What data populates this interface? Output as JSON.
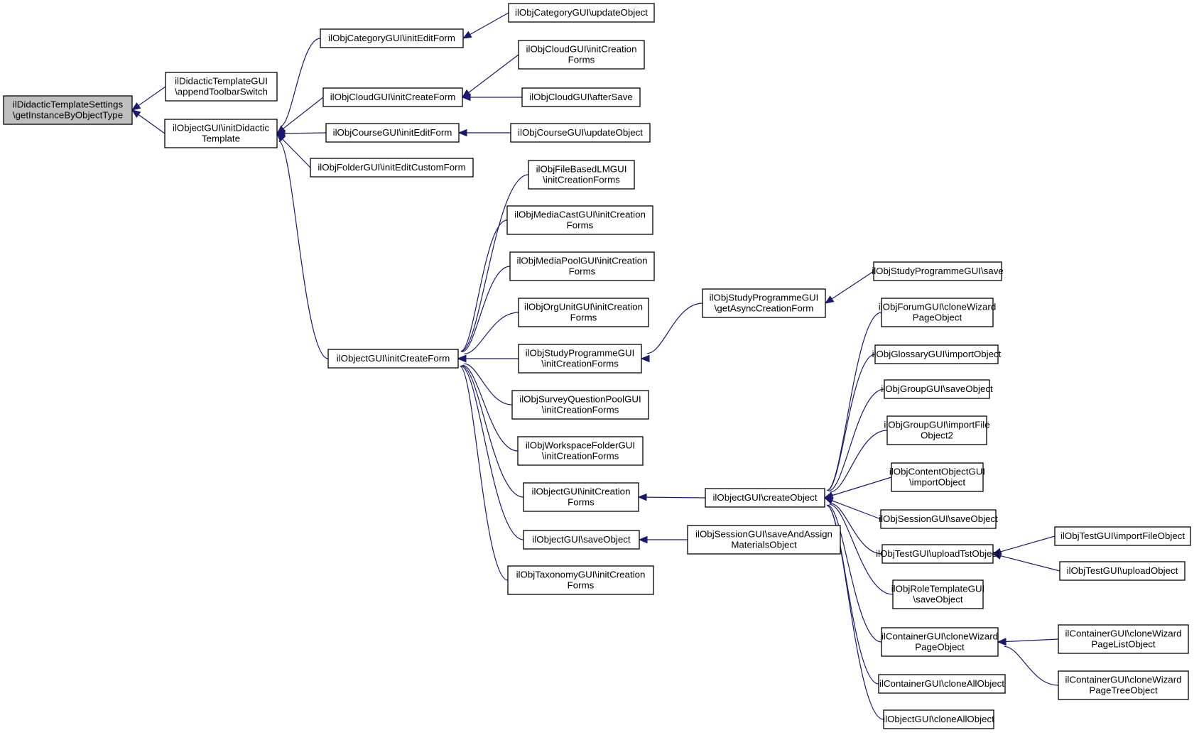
{
  "colors": {
    "edge": "#191970",
    "node_border": "#000000",
    "node_fill": "#ffffff",
    "focus_fill": "#bfbfbf"
  },
  "nodes": [
    {
      "id": "n0",
      "lines": [
        "ilDidacticTemplateSettings",
        "\\getInstanceByObjectType"
      ],
      "focus": true
    },
    {
      "id": "n1",
      "lines": [
        "ilDidacticTemplateGUI",
        "\\appendToolbarSwitch"
      ]
    },
    {
      "id": "n2",
      "lines": [
        "ilObjectGUI\\initDidactic",
        "Template"
      ]
    },
    {
      "id": "n3",
      "lines": [
        "ilObjCategoryGUI\\initEditForm"
      ]
    },
    {
      "id": "n4",
      "lines": [
        "ilObjCloudGUI\\initCreateForm"
      ]
    },
    {
      "id": "n5",
      "lines": [
        "ilObjCourseGUI\\initEditForm"
      ]
    },
    {
      "id": "n6",
      "lines": [
        "ilObjFolderGUI\\initEditCustomForm"
      ]
    },
    {
      "id": "n7",
      "lines": [
        "ilObjectGUI\\initCreateForm"
      ]
    },
    {
      "id": "n8",
      "lines": [
        "ilObjCategoryGUI\\updateObject"
      ]
    },
    {
      "id": "n9",
      "lines": [
        "ilObjCloudGUI\\initCreation",
        "Forms"
      ]
    },
    {
      "id": "n10",
      "lines": [
        "ilObjCloudGUI\\afterSave"
      ]
    },
    {
      "id": "n11",
      "lines": [
        "ilObjCourseGUI\\updateObject"
      ]
    },
    {
      "id": "n12",
      "lines": [
        "ilObjFileBasedLMGUI",
        "\\initCreationForms"
      ]
    },
    {
      "id": "n13",
      "lines": [
        "ilObjMediaCastGUI\\initCreation",
        "Forms"
      ]
    },
    {
      "id": "n14",
      "lines": [
        "ilObjMediaPoolGUI\\initCreation",
        "Forms"
      ]
    },
    {
      "id": "n15",
      "lines": [
        "ilObjOrgUnitGUI\\initCreation",
        "Forms"
      ]
    },
    {
      "id": "n16",
      "lines": [
        "ilObjStudyProgrammeGUI",
        "\\initCreationForms"
      ]
    },
    {
      "id": "n17",
      "lines": [
        "ilObjSurveyQuestionPoolGUI",
        "\\initCreationForms"
      ]
    },
    {
      "id": "n18",
      "lines": [
        "ilObjWorkspaceFolderGUI",
        "\\initCreationForms"
      ]
    },
    {
      "id": "n19",
      "lines": [
        "ilObjectGUI\\initCreation",
        "Forms"
      ]
    },
    {
      "id": "n20",
      "lines": [
        "ilObjectGUI\\saveObject"
      ]
    },
    {
      "id": "n21",
      "lines": [
        "ilObjTaxonomyGUI\\initCreation",
        "Forms"
      ]
    },
    {
      "id": "n22",
      "lines": [
        "ilObjStudyProgrammeGUI",
        "\\getAsyncCreationForm"
      ]
    },
    {
      "id": "n23",
      "lines": [
        "ilObjectGUI\\createObject"
      ]
    },
    {
      "id": "n24",
      "lines": [
        "ilObjSessionGUI\\saveAndAssign",
        "MaterialsObject"
      ]
    },
    {
      "id": "n25",
      "lines": [
        "ilObjStudyProgrammeGUI\\save"
      ]
    },
    {
      "id": "n26",
      "lines": [
        "ilObjForumGUI\\cloneWizard",
        "PageObject"
      ]
    },
    {
      "id": "n27",
      "lines": [
        "ilObjGlossaryGUI\\importObject"
      ]
    },
    {
      "id": "n28",
      "lines": [
        "ilObjGroupGUI\\saveObject"
      ]
    },
    {
      "id": "n29",
      "lines": [
        "ilObjGroupGUI\\importFile",
        "Object2"
      ]
    },
    {
      "id": "n30",
      "lines": [
        "ilObjContentObjectGUI",
        "\\importObject"
      ]
    },
    {
      "id": "n31",
      "lines": [
        "ilObjSessionGUI\\saveObject"
      ]
    },
    {
      "id": "n32",
      "lines": [
        "ilObjTestGUI\\uploadTstObject"
      ]
    },
    {
      "id": "n33",
      "lines": [
        "ilObjRoleTemplateGUI",
        "\\saveObject"
      ]
    },
    {
      "id": "n34",
      "lines": [
        "ilContainerGUI\\cloneWizard",
        "PageObject"
      ]
    },
    {
      "id": "n35",
      "lines": [
        "ilContainerGUI\\cloneAllObject"
      ]
    },
    {
      "id": "n36",
      "lines": [
        "ilObjectGUI\\cloneAllObject"
      ]
    },
    {
      "id": "n37",
      "lines": [
        "ilObjTestGUI\\importFileObject"
      ]
    },
    {
      "id": "n38",
      "lines": [
        "ilObjTestGUI\\uploadObject"
      ]
    },
    {
      "id": "n39",
      "lines": [
        "ilContainerGUI\\cloneWizard",
        "PageListObject"
      ]
    },
    {
      "id": "n40",
      "lines": [
        "ilContainerGUI\\cloneWizard",
        "PageTreeObject"
      ]
    }
  ],
  "edges": [
    {
      "from": "n1",
      "to": "n0"
    },
    {
      "from": "n2",
      "to": "n0"
    },
    {
      "from": "n3",
      "to": "n2"
    },
    {
      "from": "n4",
      "to": "n2"
    },
    {
      "from": "n5",
      "to": "n2"
    },
    {
      "from": "n6",
      "to": "n2"
    },
    {
      "from": "n7",
      "to": "n2"
    },
    {
      "from": "n8",
      "to": "n3"
    },
    {
      "from": "n9",
      "to": "n4"
    },
    {
      "from": "n10",
      "to": "n4"
    },
    {
      "from": "n11",
      "to": "n5"
    },
    {
      "from": "n12",
      "to": "n7"
    },
    {
      "from": "n13",
      "to": "n7"
    },
    {
      "from": "n14",
      "to": "n7"
    },
    {
      "from": "n15",
      "to": "n7"
    },
    {
      "from": "n16",
      "to": "n7"
    },
    {
      "from": "n17",
      "to": "n7"
    },
    {
      "from": "n18",
      "to": "n7"
    },
    {
      "from": "n19",
      "to": "n7"
    },
    {
      "from": "n20",
      "to": "n7"
    },
    {
      "from": "n21",
      "to": "n7"
    },
    {
      "from": "n22",
      "to": "n16"
    },
    {
      "from": "n25",
      "to": "n22"
    },
    {
      "from": "n23",
      "to": "n19"
    },
    {
      "from": "n24",
      "to": "n20"
    },
    {
      "from": "n26",
      "to": "n23"
    },
    {
      "from": "n27",
      "to": "n23"
    },
    {
      "from": "n28",
      "to": "n23"
    },
    {
      "from": "n29",
      "to": "n23"
    },
    {
      "from": "n30",
      "to": "n23"
    },
    {
      "from": "n31",
      "to": "n23"
    },
    {
      "from": "n32",
      "to": "n23"
    },
    {
      "from": "n33",
      "to": "n23"
    },
    {
      "from": "n34",
      "to": "n23"
    },
    {
      "from": "n35",
      "to": "n23"
    },
    {
      "from": "n36",
      "to": "n23"
    },
    {
      "from": "n37",
      "to": "n32"
    },
    {
      "from": "n38",
      "to": "n32"
    },
    {
      "from": "n39",
      "to": "n34"
    },
    {
      "from": "n40",
      "to": "n34"
    }
  ]
}
